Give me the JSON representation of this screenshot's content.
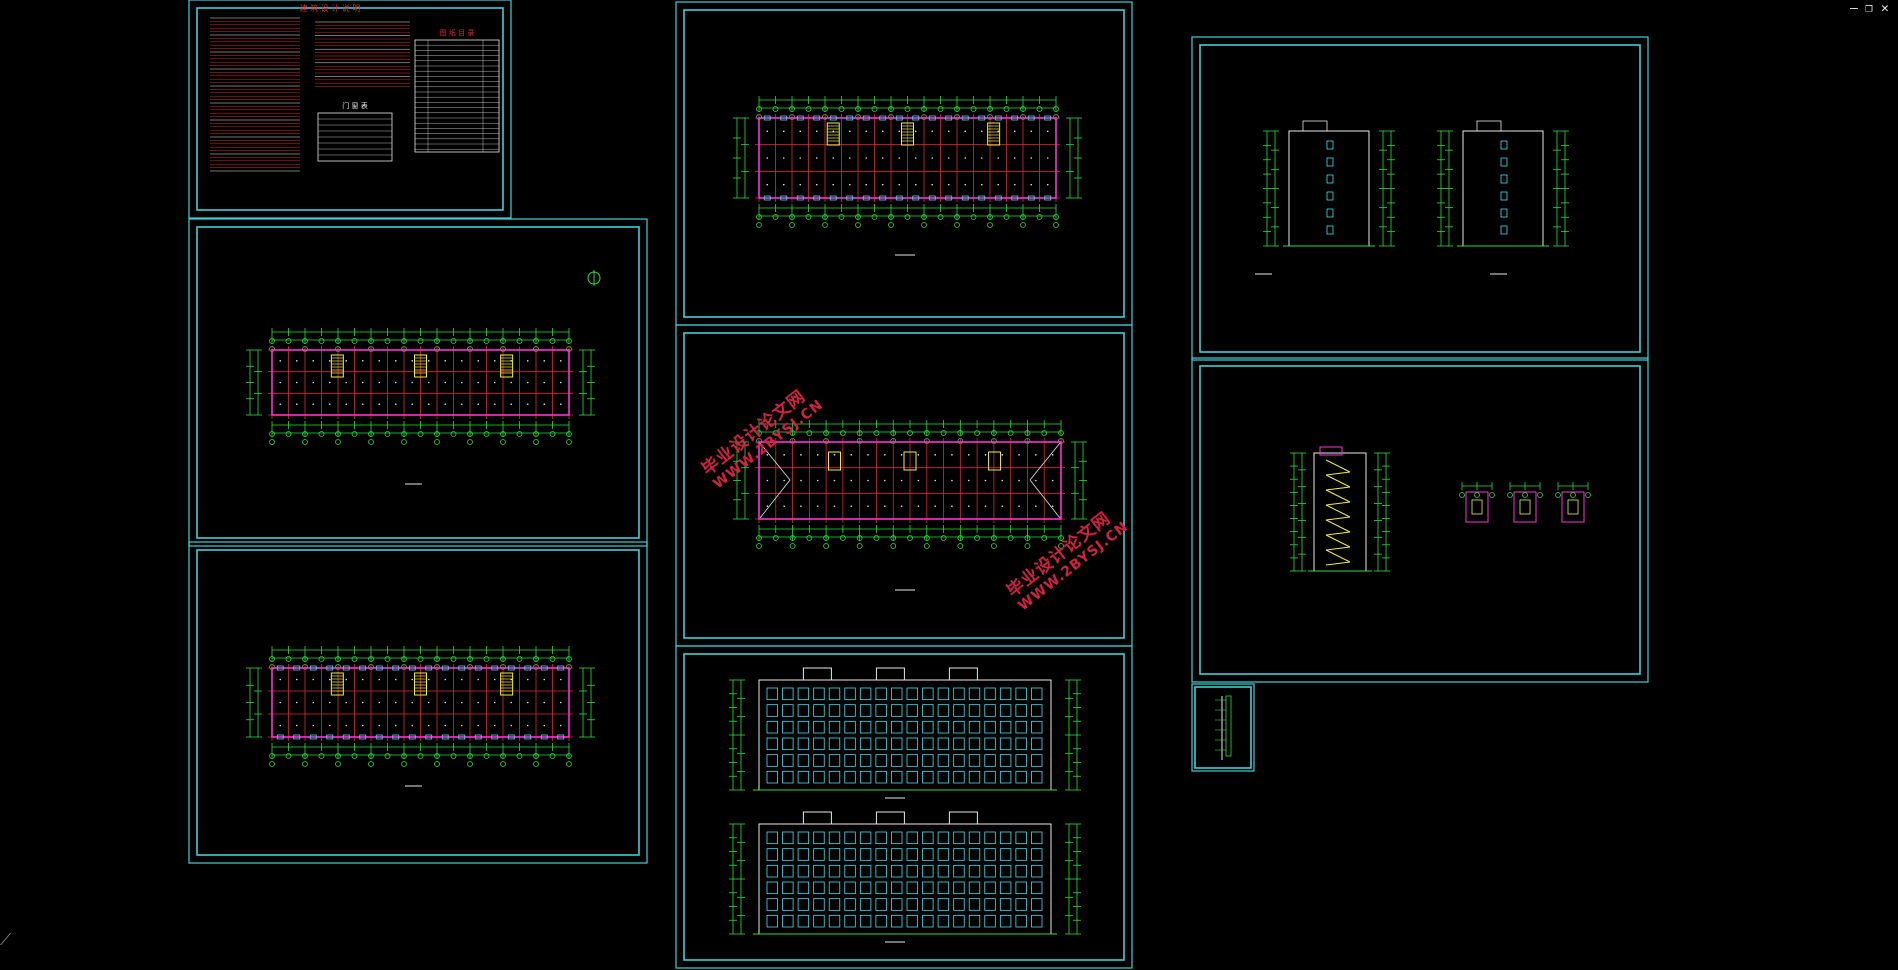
{
  "window_controls": {
    "minimize": "–",
    "restore": "❐",
    "close": "✕"
  },
  "colors": {
    "frame": "#3fd0d8",
    "grid": "#d62c35",
    "dim": "#27e03b",
    "wall": "#ff2fd6",
    "stair": "#f4ee3a",
    "window": "#3fe3f0",
    "text": "#e8e8e8",
    "watermark": "#d2223d"
  },
  "sheet1": {
    "title": "建 筑 设 计 说 明",
    "table_title": "图 纸 目 录",
    "door_table_title": "门 窗 表"
  },
  "watermark": {
    "cn": "毕业设计论文网",
    "en": "WWW.2BYSJ.CN"
  },
  "corner_icon": "ucs-icon"
}
